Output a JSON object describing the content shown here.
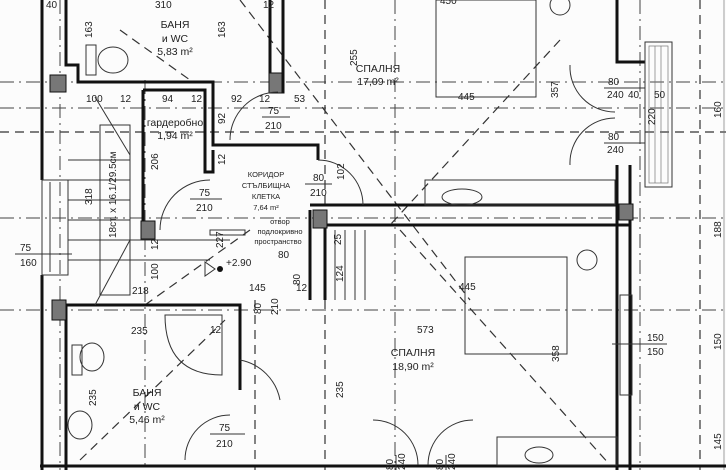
{
  "rooms": {
    "bath1": {
      "name": "БАНЯ",
      "sub": "и WC",
      "area": "5,83 m²"
    },
    "wardrobe": {
      "name": "гардеробно",
      "area": "1,94 m²"
    },
    "corridor": {
      "line1": "КОРИДОР",
      "line2": "СТЪЛБИЩНА",
      "line3": "КЛЕТКА",
      "area": "7,64 m²"
    },
    "bedroom1": {
      "name": "СПАЛНЯ",
      "area": "17,09 m²"
    },
    "bedroom2": {
      "name": "СПАЛНЯ",
      "area": "18,90 m²"
    },
    "bath2": {
      "name": "БАНЯ",
      "sub": "и WC",
      "area": "5,46 m²"
    }
  },
  "notes": {
    "opening1": "отвор",
    "opening2": "подлокривно",
    "opening3": "пространство",
    "stairs": "18ст. x 16.1/29.5см",
    "level": "+2.90"
  },
  "dims": {
    "top": [
      "40",
      "310",
      "12",
      "450"
    ],
    "row1": [
      "100",
      "12",
      "94",
      "12",
      "92",
      "12",
      "53"
    ],
    "v163a": "163",
    "v163b": "163",
    "v255": "255",
    "v445a": "445",
    "v357": "357",
    "v92": "92",
    "v206": "206",
    "v12a": "12",
    "v102": "102",
    "v318": "318",
    "v227": "227",
    "v25": "25",
    "v124": "124",
    "v12b": "12",
    "v100": "100",
    "v80a": "80",
    "v145": "145",
    "v80b": "80",
    "v12c": "12",
    "v80c": "80",
    "v210c": "210",
    "v218": "218",
    "v445b": "445",
    "v573": "573",
    "v358": "358",
    "v235a": "235",
    "v12d": "12",
    "v235b": "235",
    "v235c": "235",
    "v40": "40",
    "v50": "50",
    "v220": "220",
    "r160": "160",
    "r188": "188",
    "r150": "150",
    "r145": "145"
  },
  "openings": [
    {
      "w": "75",
      "h": "210"
    },
    {
      "w": "80",
      "h": "210"
    },
    {
      "w": "75",
      "h": "210"
    },
    {
      "w": "75",
      "h": "160"
    },
    {
      "w": "80",
      "h": "240"
    },
    {
      "w": "80",
      "h": "240"
    },
    {
      "w": "150",
      "h": "150"
    },
    {
      "w": "75",
      "h": "210"
    },
    {
      "w": "80",
      "h": "240"
    },
    {
      "w": "80",
      "h": "240"
    }
  ]
}
